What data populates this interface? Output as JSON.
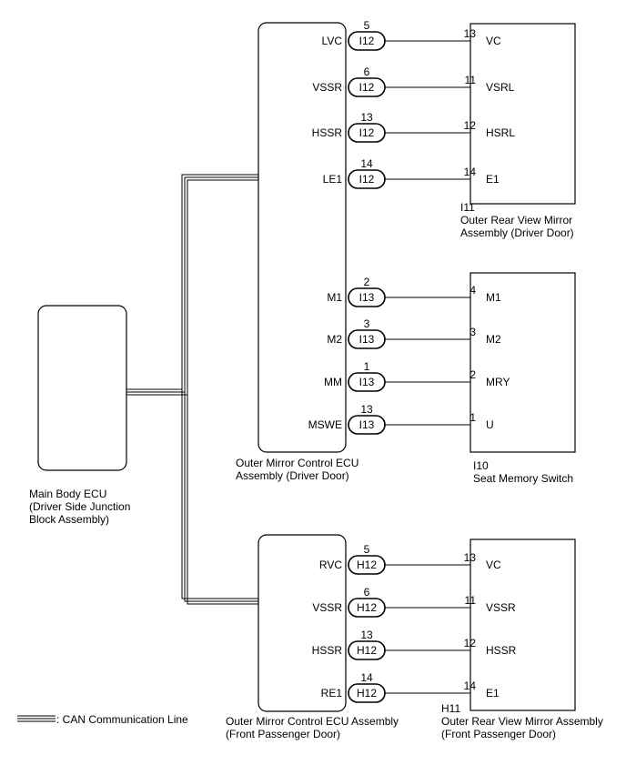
{
  "main_ecu": {
    "lines": [
      "Main Body ECU",
      "(Driver Side Junction",
      "Block Assembly)"
    ]
  },
  "driver_ecu": {
    "title": [
      "Outer Mirror Control ECU",
      "Assembly (Driver Door)"
    ],
    "pins": [
      {
        "name": "LVC",
        "pin": "5",
        "conn": "I12"
      },
      {
        "name": "VSSR",
        "pin": "6",
        "conn": "I12"
      },
      {
        "name": "HSSR",
        "pin": "13",
        "conn": "I12"
      },
      {
        "name": "LE1",
        "pin": "14",
        "conn": "I12"
      },
      {
        "name": "M1",
        "pin": "2",
        "conn": "I13"
      },
      {
        "name": "M2",
        "pin": "3",
        "conn": "I13"
      },
      {
        "name": "MM",
        "pin": "1",
        "conn": "I13"
      },
      {
        "name": "MSWE",
        "pin": "13",
        "conn": "I13"
      }
    ]
  },
  "driver_mirror": {
    "code": "I11",
    "title": [
      "Outer Rear View Mirror",
      "Assembly (Driver Door)"
    ],
    "pins": [
      {
        "name": "VC",
        "pin": "13"
      },
      {
        "name": "VSRL",
        "pin": "11"
      },
      {
        "name": "HSRL",
        "pin": "12"
      },
      {
        "name": "E1",
        "pin": "14"
      }
    ]
  },
  "seat_switch": {
    "code": "I10",
    "title": [
      "Seat Memory Switch"
    ],
    "pins": [
      {
        "name": "M1",
        "pin": "4"
      },
      {
        "name": "M2",
        "pin": "3"
      },
      {
        "name": "MRY",
        "pin": "2"
      },
      {
        "name": "U",
        "pin": "1"
      }
    ]
  },
  "passenger_ecu": {
    "title": [
      "Outer Mirror Control ECU Assembly",
      "(Front Passenger Door)"
    ],
    "pins": [
      {
        "name": "RVC",
        "pin": "5",
        "conn": "H12"
      },
      {
        "name": "VSSR",
        "pin": "6",
        "conn": "H12"
      },
      {
        "name": "HSSR",
        "pin": "13",
        "conn": "H12"
      },
      {
        "name": "RE1",
        "pin": "14",
        "conn": "H12"
      }
    ]
  },
  "passenger_mirror": {
    "code": "H11",
    "title": [
      "Outer Rear View Mirror Assembly",
      "(Front Passenger Door)"
    ],
    "pins": [
      {
        "name": "VC",
        "pin": "13"
      },
      {
        "name": "VSSR",
        "pin": "11"
      },
      {
        "name": "HSSR",
        "pin": "12"
      },
      {
        "name": "E1",
        "pin": "14"
      }
    ]
  },
  "legend": {
    "text": ": CAN Communication Line"
  }
}
